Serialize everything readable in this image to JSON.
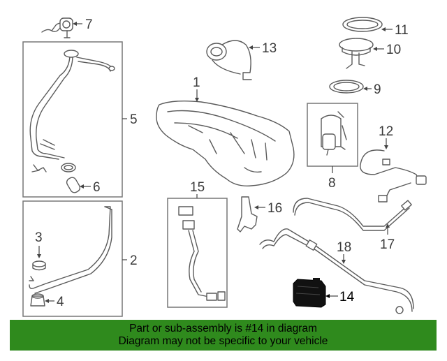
{
  "diagram": {
    "callouts": {
      "c1": "1",
      "c2": "2",
      "c3": "3",
      "c4": "4",
      "c5": "5",
      "c6": "6",
      "c7": "7",
      "c8": "8",
      "c9": "9",
      "c10": "10",
      "c11": "11",
      "c12": "12",
      "c13": "13",
      "c14": "14",
      "c15": "15",
      "c16": "16",
      "c17": "17",
      "c18": "18"
    },
    "highlighted_part": "14",
    "highlight_color": "#111111"
  },
  "banner": {
    "line1": "Part or sub-assembly is #14 in diagram",
    "line2": "Diagram may not be specific to your vehicle",
    "background": "#2f8a1d"
  }
}
